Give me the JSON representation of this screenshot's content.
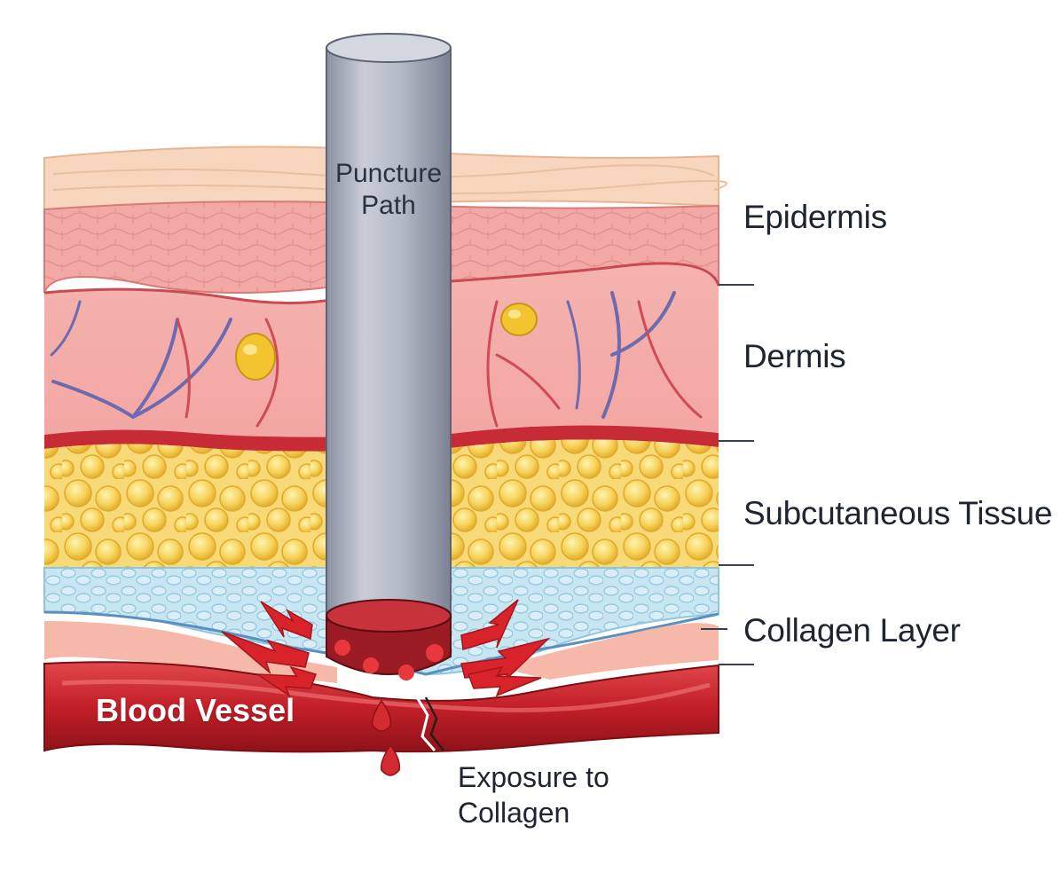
{
  "diagram": {
    "instrument_label_line1": "Puncture",
    "instrument_label_line2": "Path",
    "layers": {
      "epidermis": "Epidermis",
      "dermis": "Dermis",
      "subcutaneous": "Subcutaneous Tissue",
      "collagen": "Collagen Layer"
    },
    "vessel_label": "Blood Vessel",
    "exposure_line1": "Exposure to",
    "exposure_line2": "Collagen"
  },
  "colors": {
    "epidermis": "#f6d2b8",
    "dermis": "#f2a3a3",
    "fat": "#f6cf5a",
    "collagen": "#bfe0ef",
    "vessel": "#c8202a",
    "tube": "#a9afbd",
    "arrow": "#d8232a"
  }
}
